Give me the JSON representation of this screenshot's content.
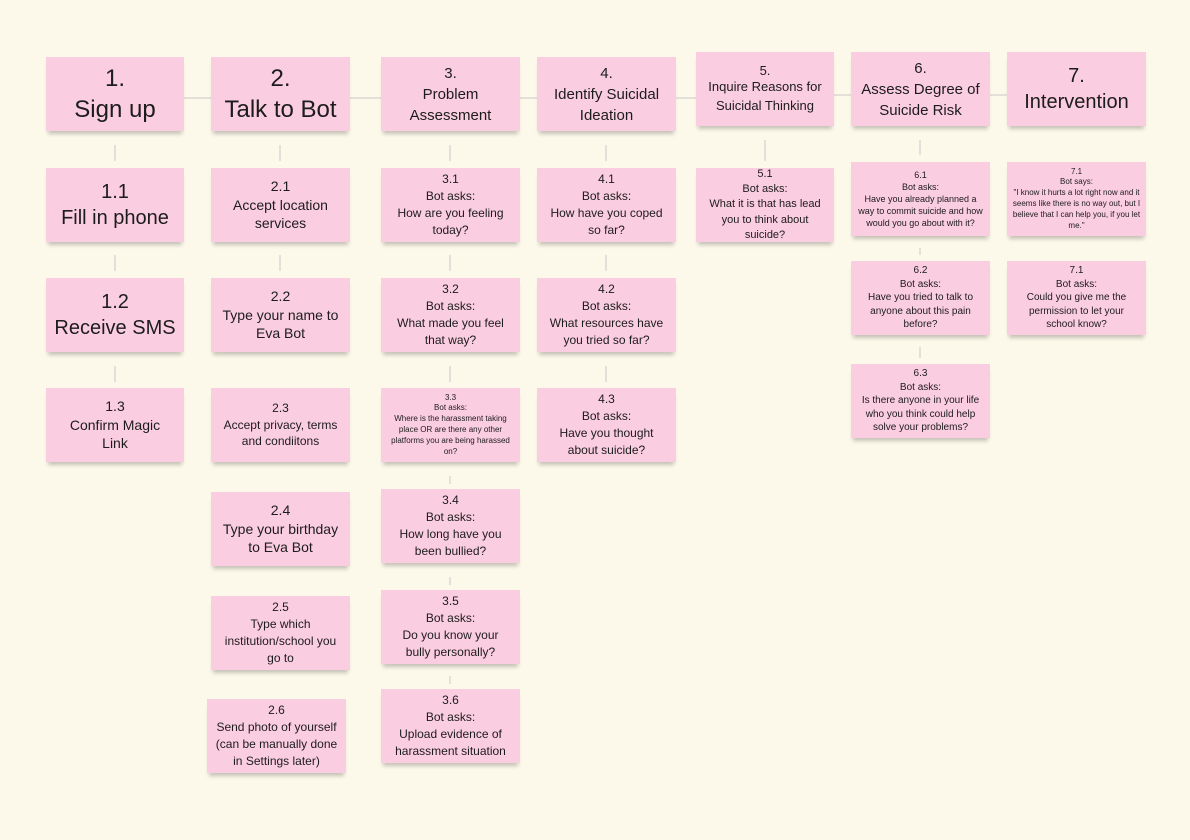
{
  "colors": {
    "background": "#fcf8ea",
    "note": "#fbcde0",
    "connector": "#c8c8c8"
  },
  "headers": [
    {
      "num": "1.",
      "title": "Sign up"
    },
    {
      "num": "2.",
      "title": "Talk to Bot"
    },
    {
      "num": "3.",
      "title": "Problem Assessment"
    },
    {
      "num": "4.",
      "title": "Identify Suicidal Ideation"
    },
    {
      "num": "5.",
      "title": "Inquire Reasons for Suicidal Thinking"
    },
    {
      "num": "6.",
      "title": "Assess Degree of Suicide Risk"
    },
    {
      "num": "7.",
      "title": "Intervention"
    }
  ],
  "col1": [
    {
      "num": "1.1",
      "text": "Fill in phone"
    },
    {
      "num": "1.2",
      "text": "Receive SMS"
    },
    {
      "num": "1.3",
      "text": "Confirm Magic Link"
    }
  ],
  "col2": [
    {
      "num": "2.1",
      "text": "Accept location services"
    },
    {
      "num": "2.2",
      "text": "Type your name to Eva Bot"
    },
    {
      "num": "2.3",
      "text": "Accept privacy, terms and condiitons"
    },
    {
      "num": "2.4",
      "text": "Type your birthday to Eva Bot"
    },
    {
      "num": "2.5",
      "text": "Type which institution/school you go to"
    },
    {
      "num": "2.6",
      "text": "Send photo of yourself (can be manually done in Settings later)"
    }
  ],
  "col3": [
    {
      "num": "3.1",
      "prefix": "Bot asks:",
      "text": "How are you feeling today?"
    },
    {
      "num": "3.2",
      "prefix": "Bot asks:",
      "text": "What made you feel that way?"
    },
    {
      "num": "3.3",
      "prefix": "Bot asks:",
      "text": "Where is the harassment taking place OR are there any other platforms you are being harassed on?"
    },
    {
      "num": "3.4",
      "prefix": "Bot asks:",
      "text": "How long have you been bullied?"
    },
    {
      "num": "3.5",
      "prefix": "Bot asks:",
      "text": "Do you know your bully personally?"
    },
    {
      "num": "3.6",
      "prefix": "Bot asks:",
      "text": "Upload evidence of harassment situation"
    }
  ],
  "col4": [
    {
      "num": "4.1",
      "prefix": "Bot asks:",
      "text": "How have you coped so far?"
    },
    {
      "num": "4.2",
      "prefix": "Bot asks:",
      "text": "What resources have you tried so far?"
    },
    {
      "num": "4.3",
      "prefix": "Bot asks:",
      "text": "Have you thought about suicide?"
    }
  ],
  "col5": [
    {
      "num": "5.1",
      "prefix": "Bot asks:",
      "text": "What it is that has lead you to think about suicide?"
    }
  ],
  "col6": [
    {
      "num": "6.1",
      "prefix": "Bot asks:",
      "text": "Have you already planned a way to commit suicide and how would you go about with it?"
    },
    {
      "num": "6.2",
      "prefix": "Bot asks:",
      "text": "Have you tried to talk to anyone about this pain before?"
    },
    {
      "num": "6.3",
      "prefix": "Bot asks:",
      "text": "Is there anyone in your life who you think could help solve your problems?"
    }
  ],
  "col7": [
    {
      "num": "7.1",
      "prefix": "Bot says:",
      "text": "\"I know it hurts a lot right now and it seems like there is no way out, but I believe that I can help you, if you let me.\""
    },
    {
      "num": "7.1",
      "prefix": "Bot asks:",
      "text": "Could you give me the permission to let your school know?"
    }
  ]
}
